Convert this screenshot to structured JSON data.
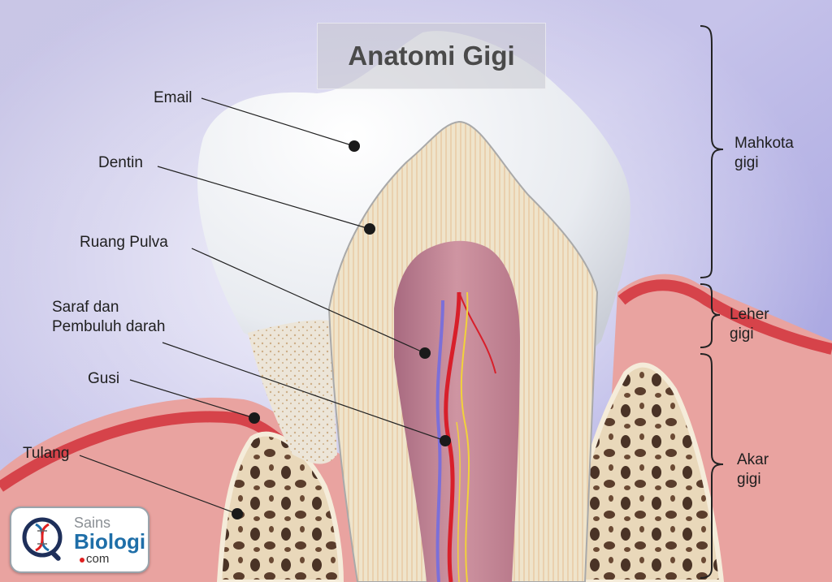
{
  "title": "Anatomi Gigi",
  "labels": {
    "email": "Email",
    "dentin": "Dentin",
    "ruang_pulva": "Ruang Pulva",
    "saraf_line1": "Saraf dan",
    "saraf_line2": "Pembuluh darah",
    "gusi": "Gusi",
    "tulang": "Tulang"
  },
  "regions": {
    "mahkota_line1": "Mahkota",
    "mahkota_line2": "gigi",
    "leher_line1": "Leher",
    "leher_line2": "gigi",
    "akar_line1": "Akar",
    "akar_line2": "gigi"
  },
  "logo": {
    "line1": "Sains",
    "line2": "Biologi",
    "line3": "com",
    "icon": "dna-magnifier-icon"
  },
  "colors": {
    "enamel": "#eef0f3",
    "dentin": "#ece0c6",
    "pulp": "#c88a98",
    "gum": "#e99a98",
    "gum_edge": "#d8434a",
    "bone": "#ead9bd",
    "artery": "#d81f2a",
    "vein": "#7c6fd8",
    "nerve": "#f2d23a",
    "logo_blue": "#1e6ea8"
  }
}
